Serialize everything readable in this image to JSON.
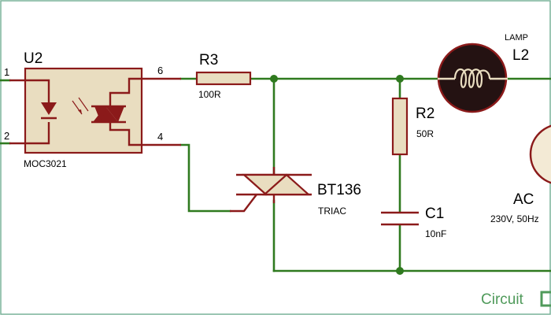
{
  "frame_color": "#7ab39a",
  "colors": {
    "wire": "#2f7a1f",
    "component": "#8b1a1a",
    "component_fill": "#e9ddc0",
    "text": "#000000",
    "logo_green": "#4f9a5a"
  },
  "optocoupler": {
    "ref": "U2",
    "part": "MOC3021",
    "pins": [
      "1",
      "2",
      "6",
      "4"
    ]
  },
  "resistor_r3": {
    "ref": "R3",
    "value": "100R"
  },
  "resistor_r2": {
    "ref": "R2",
    "value": "50R"
  },
  "capacitor_c1": {
    "ref": "C1",
    "value": "10nF"
  },
  "triac": {
    "part": "BT136",
    "type": "TRIAC"
  },
  "lamp": {
    "caption": "LAMP",
    "ref": "L2"
  },
  "ac_source": {
    "ref": "AC",
    "value": "230V, 50Hz"
  },
  "logo": {
    "text": "Circuit",
    "icon": "circuit-digest-logo-icon"
  }
}
